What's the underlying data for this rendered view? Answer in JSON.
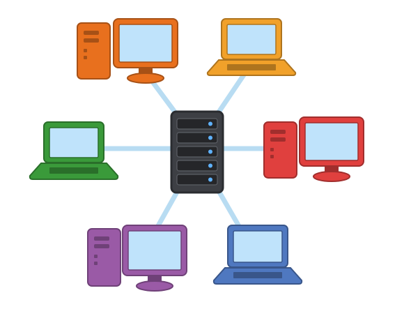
{
  "diagram": {
    "type": "star-network",
    "hub": {
      "kind": "server-rack",
      "icon": "server-rack-icon",
      "color": "#3d3f44",
      "led_color": "#5fb2ff"
    },
    "link_color": "#b8dcf2",
    "screen_color": "#bfe3fb",
    "nodes": [
      {
        "id": "orange-desktop",
        "kind": "desktop",
        "icon": "desktop-computer-icon",
        "color": "#e8701e",
        "position": "top-left"
      },
      {
        "id": "yellow-laptop",
        "kind": "laptop",
        "icon": "laptop-icon",
        "color": "#f1a12a",
        "position": "top-right"
      },
      {
        "id": "green-laptop",
        "kind": "laptop",
        "icon": "laptop-icon",
        "color": "#3a9a3a",
        "position": "middle-left"
      },
      {
        "id": "red-desktop",
        "kind": "desktop",
        "icon": "desktop-computer-icon",
        "color": "#e0403e",
        "position": "middle-right"
      },
      {
        "id": "purple-desktop",
        "kind": "desktop",
        "icon": "desktop-computer-icon",
        "color": "#9a5aa6",
        "position": "bottom-left"
      },
      {
        "id": "blue-laptop",
        "kind": "laptop",
        "icon": "laptop-icon",
        "color": "#4f78c0",
        "position": "bottom-right"
      }
    ]
  }
}
